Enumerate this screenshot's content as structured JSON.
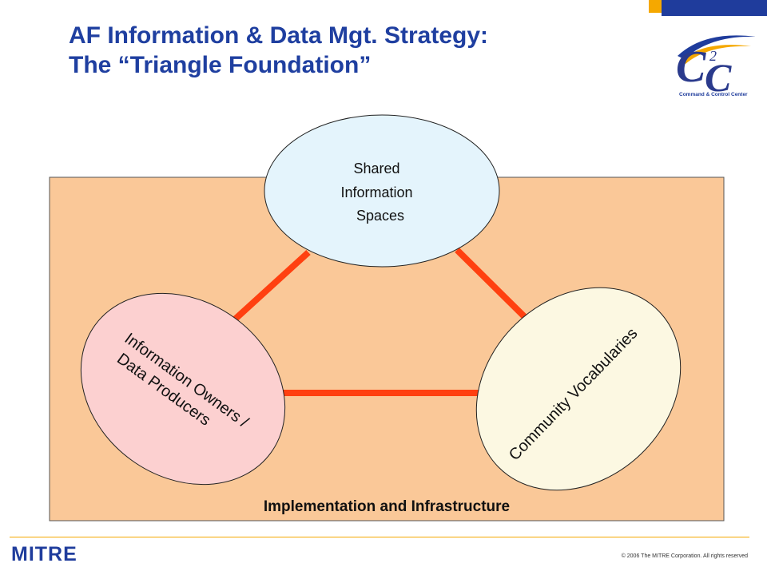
{
  "slide": {
    "title_line1": "AF Information & Data Mgt. Strategy:",
    "title_line2": "The “Triangle Foundation”"
  },
  "logo": {
    "letters": "C",
    "superscript": "2",
    "caption": "Command & Control Center"
  },
  "diagram": {
    "foundation_label": "Implementation and Infrastructure",
    "top_node": [
      "Shared",
      "Information",
      "Spaces"
    ],
    "left_node": [
      "Information Owners /",
      "Data Producers"
    ],
    "right_node": "Community Vocabularies"
  },
  "colors": {
    "title": "#1f3fa0",
    "foundation_fill": "#fac898",
    "connector": "#ff4010",
    "top_node_fill": "#e4f4fc",
    "left_node_fill": "#fcd0d0",
    "right_node_fill": "#fcf8e2",
    "accent_yellow": "#f5a800",
    "accent_blue": "#1f3c9c"
  },
  "footer": {
    "brand": "MITRE",
    "copyright": "© 2006 The MITRE Corporation.  All rights reserved"
  }
}
